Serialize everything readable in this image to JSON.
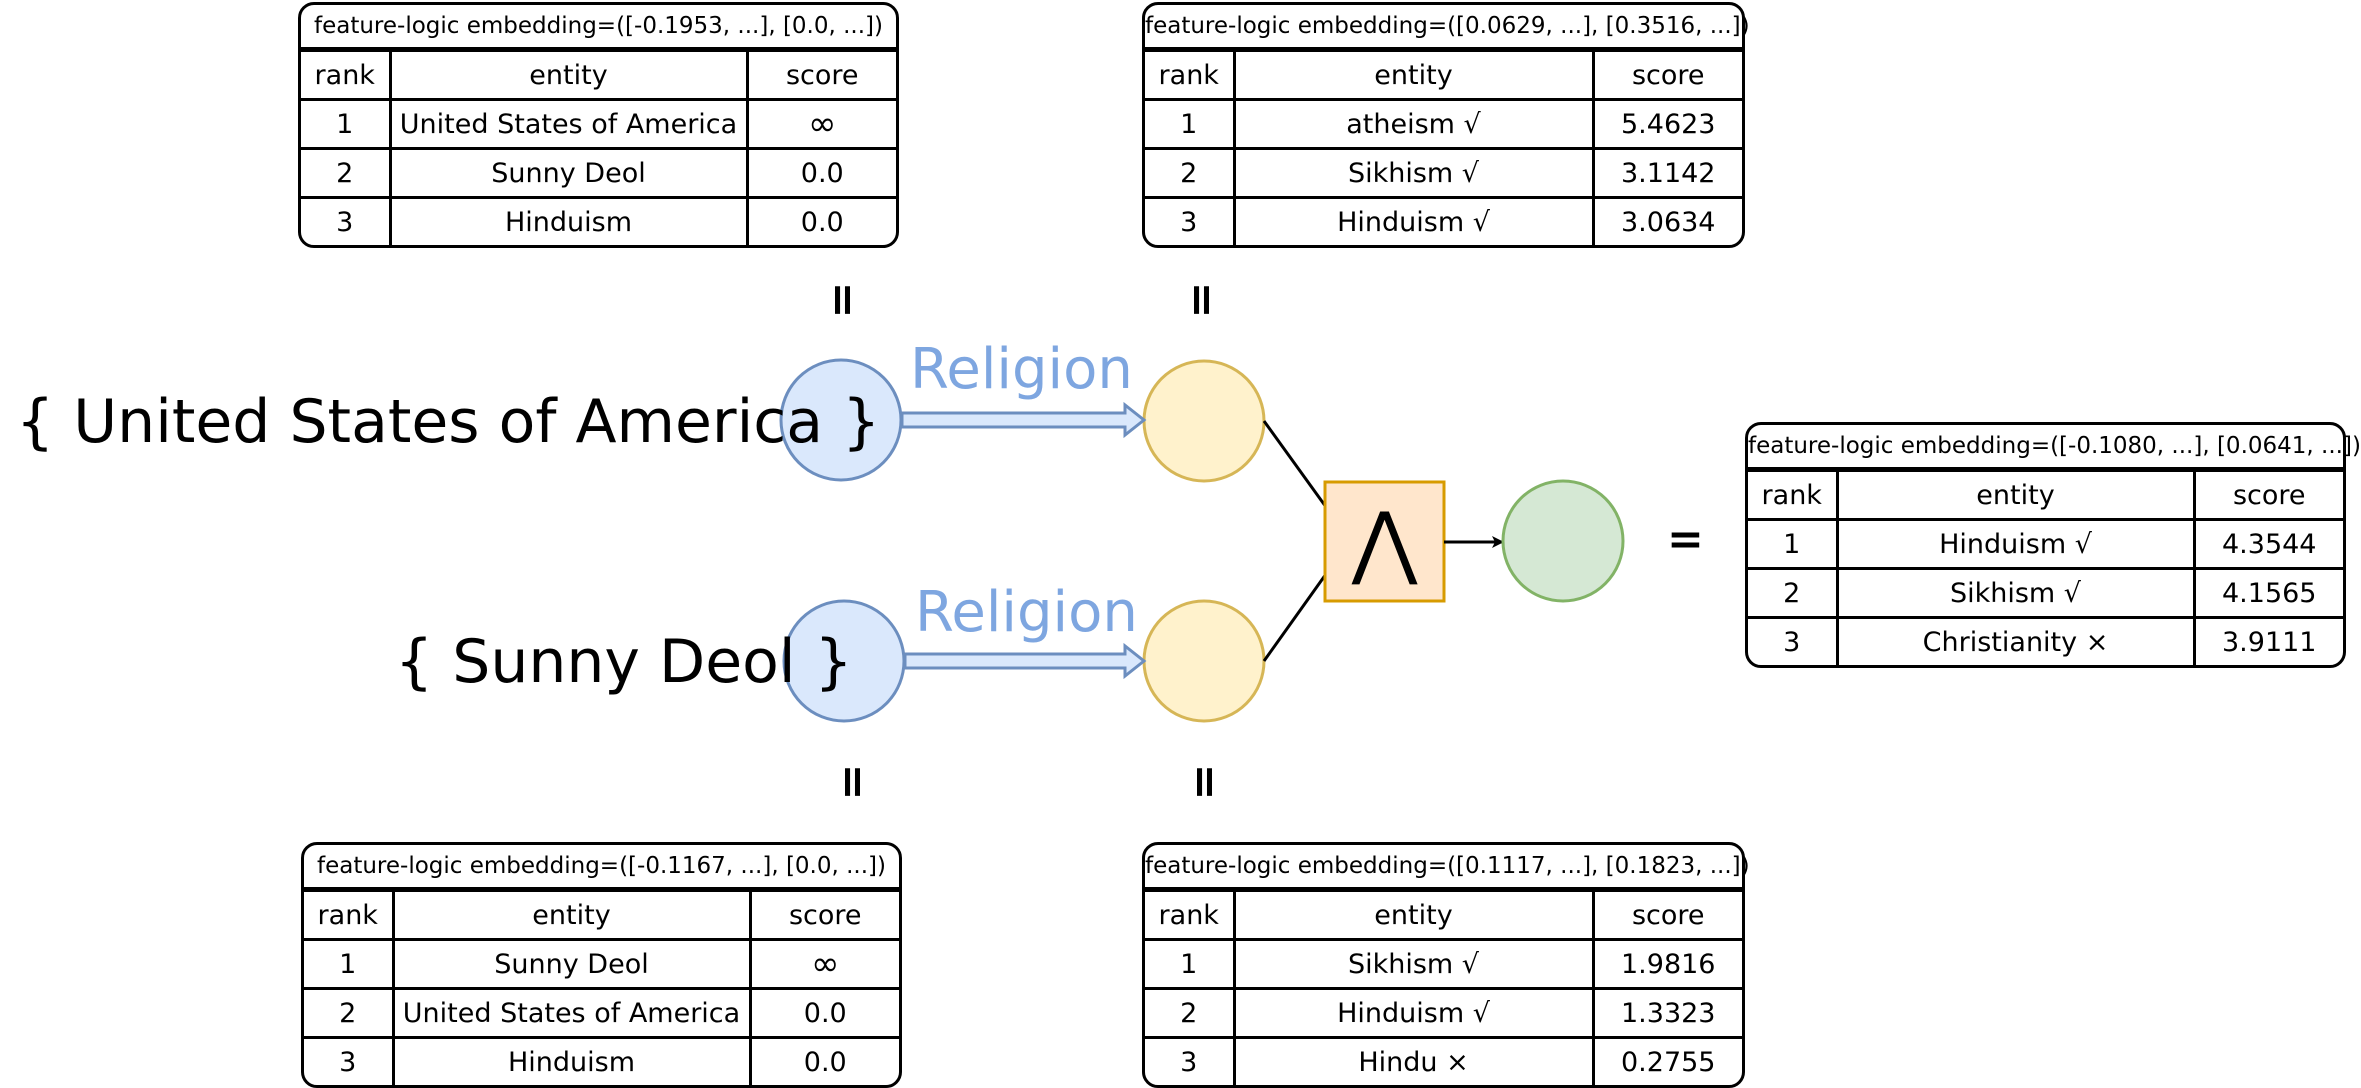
{
  "entities": {
    "usa": "{ United States of America }",
    "sunny": "{ Sunny Deol }"
  },
  "relation_label": "Religion",
  "operator_symbol": "⋀",
  "equals_vertical": "=",
  "equals_horizontal": "=",
  "colors": {
    "entity_fill": "#dae8fc",
    "entity_stroke": "#6c8ebf",
    "projection_fill": "#fff2cc",
    "projection_stroke": "#d6b656",
    "result_fill": "#d5e8d4",
    "result_stroke": "#82b366",
    "operator_fill": "#ffe6cc",
    "operator_stroke": "#d79b00",
    "relation_text": "#7ea6e0"
  },
  "tables": {
    "t1": {
      "caption": "feature-logic embedding=([-0.1953, ...], [0.0, ...])",
      "header": [
        "rank",
        "entity",
        "score"
      ],
      "rows": [
        [
          "1",
          "United States of America",
          "∞"
        ],
        [
          "2",
          "Sunny Deol",
          "0.0"
        ],
        [
          "3",
          "Hinduism",
          "0.0"
        ]
      ]
    },
    "t2": {
      "caption": "feature-logic embedding=([0.0629, ...], [0.3516, ...])",
      "header": [
        "rank",
        "entity",
        "score"
      ],
      "rows": [
        [
          "1",
          "atheism √",
          "5.4623"
        ],
        [
          "2",
          "Sikhism √",
          "3.1142"
        ],
        [
          "3",
          "Hinduism √",
          "3.0634"
        ]
      ]
    },
    "t3": {
      "caption": "feature-logic embedding=([-0.1080, ...], [0.0641, ...])",
      "header": [
        "rank",
        "entity",
        "score"
      ],
      "rows": [
        [
          "1",
          "Hinduism √",
          "4.3544"
        ],
        [
          "2",
          "Sikhism √",
          "4.1565"
        ],
        [
          "3",
          "Christianity ×",
          "3.9111"
        ]
      ]
    },
    "t4": {
      "caption": "feature-logic embedding=([-0.1167, ...], [0.0, ...])",
      "header": [
        "rank",
        "entity",
        "score"
      ],
      "rows": [
        [
          "1",
          "Sunny Deol",
          "∞"
        ],
        [
          "2",
          "United States of America",
          "0.0"
        ],
        [
          "3",
          "Hinduism",
          "0.0"
        ]
      ]
    },
    "t5": {
      "caption": "feature-logic embedding=([0.1117, ...], [0.1823, ...])",
      "header": [
        "rank",
        "entity",
        "score"
      ],
      "rows": [
        [
          "1",
          "Sikhism √",
          "1.9816"
        ],
        [
          "2",
          "Hinduism √",
          "1.3323"
        ],
        [
          "3",
          "Hindu ×",
          "0.2755"
        ]
      ]
    }
  }
}
